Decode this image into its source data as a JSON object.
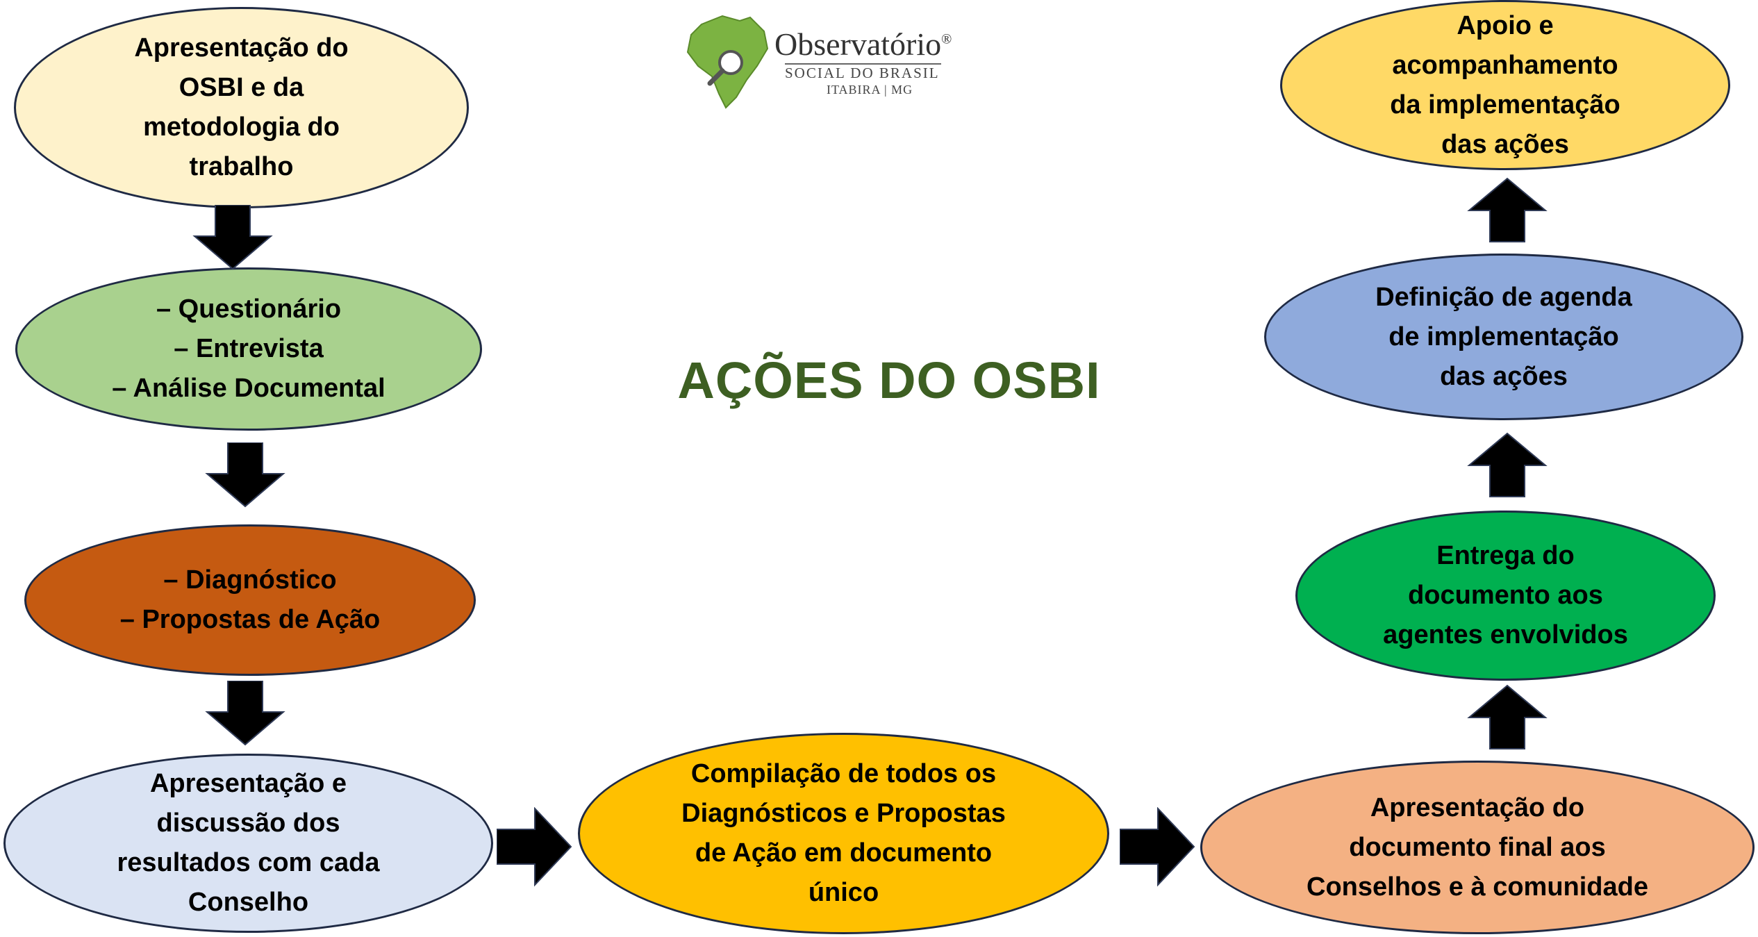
{
  "title": "AÇÕES DO OSBI",
  "logo": {
    "name": "Observatório",
    "registered": "®",
    "subtitle": "SOCIAL DO BRASIL",
    "city": "ITABIRA | MG"
  },
  "colors": {
    "title": "#3d5f22",
    "node1": "#fef2cb",
    "node2": "#a9d18e",
    "node3": "#c55a11",
    "node4": "#dae3f3",
    "node5": "#ffc000",
    "node6": "#f4b183",
    "node7": "#00b050",
    "node8": "#8faadc",
    "node9": "#ffd966"
  },
  "nodes": {
    "n1": "Apresentação do\nOSBI e da\nmetodologia do\ntrabalho",
    "n2": "– Questionário\n– Entrevista\n– Análise Documental",
    "n3": "– Diagnóstico\n– Propostas de Ação",
    "n4": "Apresentação e\ndiscussão dos\nresultados com cada\nConselho",
    "n5": "Compilação de todos os\nDiagnósticos e Propostas\nde Ação em documento\núnico",
    "n6": "Apresentação do\ndocumento final aos\nConselhos e à comunidade",
    "n7": "Entrega do\ndocumento aos\nagentes envolvidos",
    "n8": "Definição de agenda\nde implementação\ndas ações",
    "n9": "Apoio e\nacompanhamento\nda implementação\ndas ações"
  }
}
